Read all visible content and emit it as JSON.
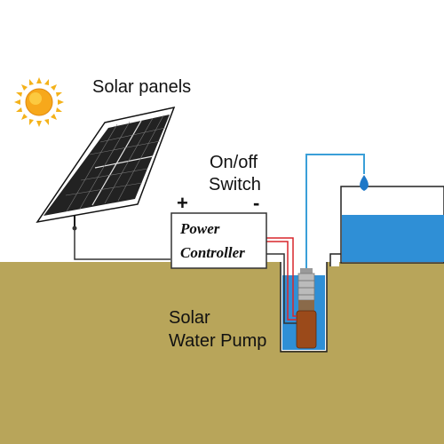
{
  "labels": {
    "solar_panels": "Solar panels",
    "switch_line1": "On/off",
    "switch_line2": "Switch",
    "plus": "+",
    "minus": "-",
    "controller_line1": "Power",
    "controller_line2": "Controller",
    "pump_line1": "Solar",
    "pump_line2": "Water Pump"
  },
  "colors": {
    "sky": "#ffffff",
    "ground": "#b8a55a",
    "water": "#2f8fd6",
    "sun": "#f4b21a",
    "pipe": "#3a9fd8",
    "wire_red": "#d8262b",
    "wire_dark": "#333333"
  },
  "icons": [
    "sun-icon",
    "solar-panel-icon",
    "water-drop-icon",
    "pump-icon"
  ]
}
